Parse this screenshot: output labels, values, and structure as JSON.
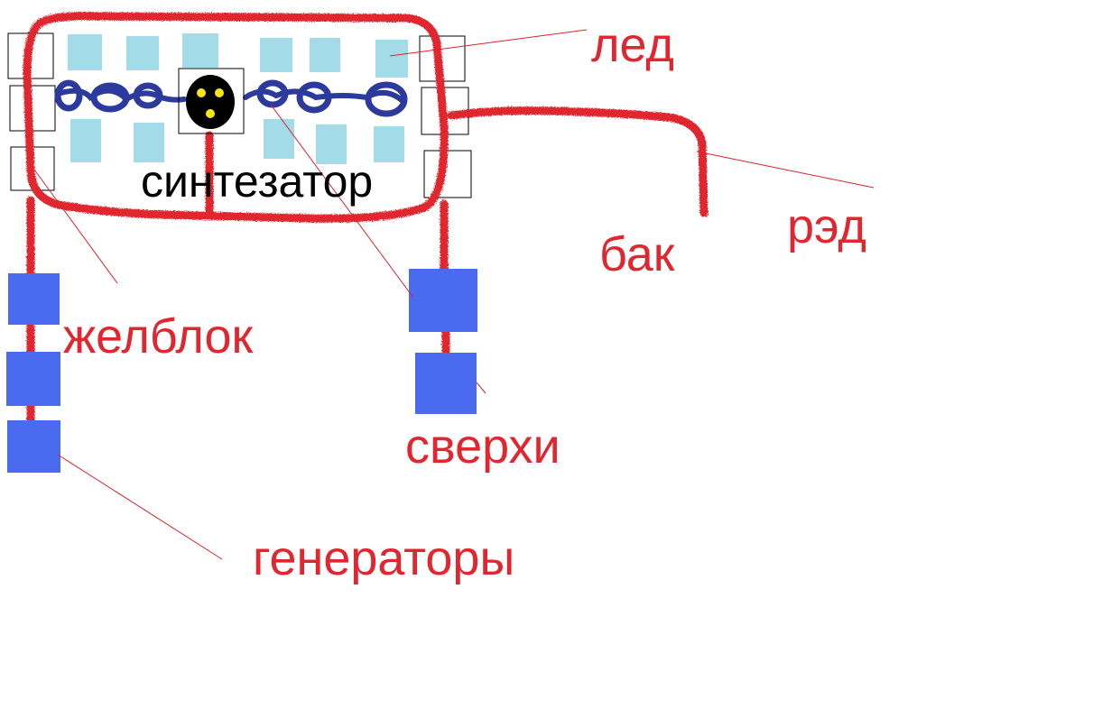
{
  "labels": {
    "led": "лед",
    "red": "рэд",
    "bak": "бак",
    "synthesizer": "синтезатор",
    "zhelblok": "желблок",
    "sverkhi": "сверхи",
    "generators": "генераторы"
  },
  "colors": {
    "background": "#ffffff",
    "pipe_red": "#e0262e",
    "label_red": "#e0262e",
    "leader_line": "#d9232b",
    "ice_block": "#a3dbe8",
    "blue_block": "#4a6bf0",
    "chain_blue": "#2c3a9e",
    "core_black": "#000000",
    "core_yellow": "#f5e61a",
    "outline": "#000000",
    "synth_text": "#000000"
  }
}
